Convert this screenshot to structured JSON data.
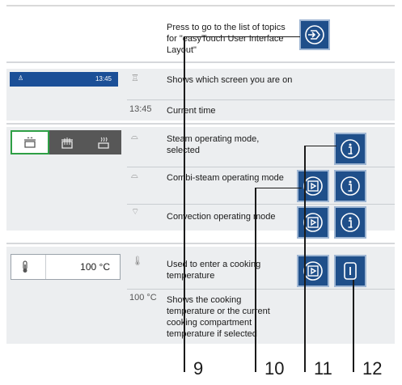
{
  "rows": {
    "nav": {
      "text": "Press to go to the list of topics for \"easyTouch User Interface Layout\""
    },
    "screen": {
      "text": "Shows which screen you are on"
    },
    "time": {
      "symbol": "13:45",
      "text": "Current time"
    },
    "steam": {
      "text": "Steam operating mode, selected"
    },
    "combi": {
      "text": "Combi-steam operating mode"
    },
    "convection": {
      "text": "Convection operating mode"
    },
    "temp_enter": {
      "text": "Used to enter a cooking temperature"
    },
    "temp_show": {
      "symbol": "100 °C",
      "text": "Shows the cooking temperature or the current cooking compartment temperature if selected"
    }
  },
  "mini_header": {
    "time": "13:45"
  },
  "temp_field": {
    "value": "100 °C"
  },
  "callouts": [
    "9",
    "10",
    "11",
    "12"
  ],
  "colors": {
    "button_blue": "#1f4f8a",
    "selection_green": "#2e9f45",
    "header_blue": "#1b4f97"
  },
  "icons": {
    "nav": "arrow-into-box-icon",
    "info": "info-icon",
    "video": "play-in-box-icon",
    "detail": "narrow-box-icon"
  }
}
